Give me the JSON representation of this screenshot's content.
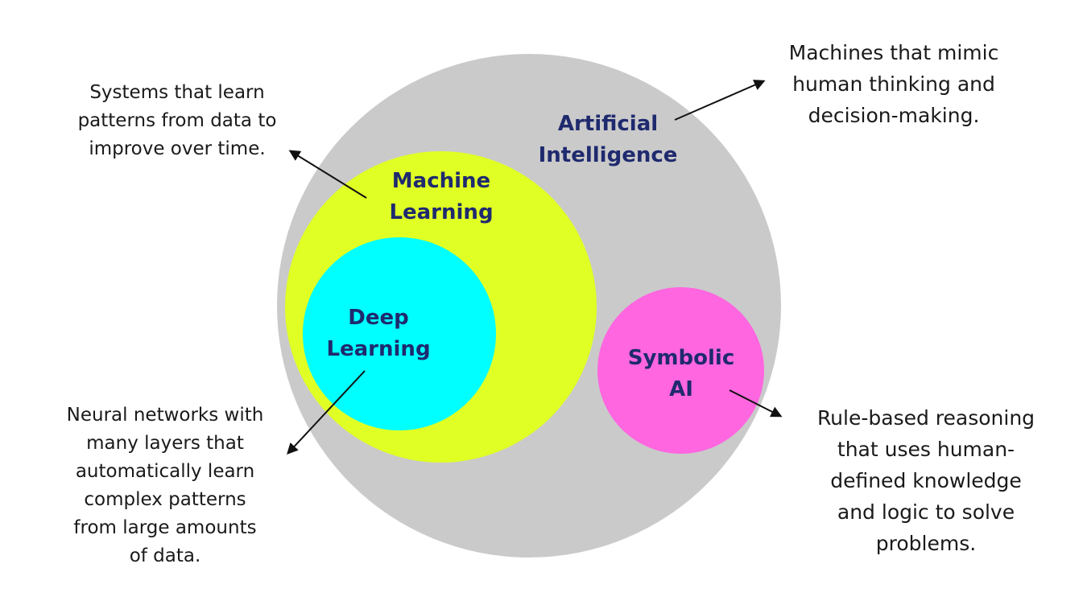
{
  "colors": {
    "background": "#ffffff",
    "artificial_intelligence": "#cacaca",
    "machine_learning": "#e0ff24",
    "deep_learning": "#00ffff",
    "symbolic_ai": "#ff66e0",
    "label_text": "#1f2a6e",
    "note_text": "#1a1a1a",
    "arrow": "#111111"
  },
  "circles": {
    "artificial_intelligence": {
      "label_lines": [
        "Artificial",
        "Intelligence"
      ],
      "description_lines": [
        "Machines that mimic",
        "human thinking and",
        "decision-making."
      ]
    },
    "machine_learning": {
      "label_lines": [
        "Machine",
        "Learning"
      ],
      "description_lines": [
        "Systems that learn",
        "patterns from data to",
        "improve over time."
      ]
    },
    "deep_learning": {
      "label_lines": [
        "Deep",
        "Learning"
      ],
      "description_lines": [
        "Neural networks with",
        "many layers that",
        "automatically learn",
        "complex patterns",
        "from large amounts",
        "of data."
      ]
    },
    "symbolic_ai": {
      "label_lines": [
        "Symbolic",
        "AI"
      ],
      "description_lines": [
        "Rule-based reasoning",
        "that uses human-",
        "defined knowledge",
        "and logic to solve",
        "problems."
      ]
    }
  }
}
